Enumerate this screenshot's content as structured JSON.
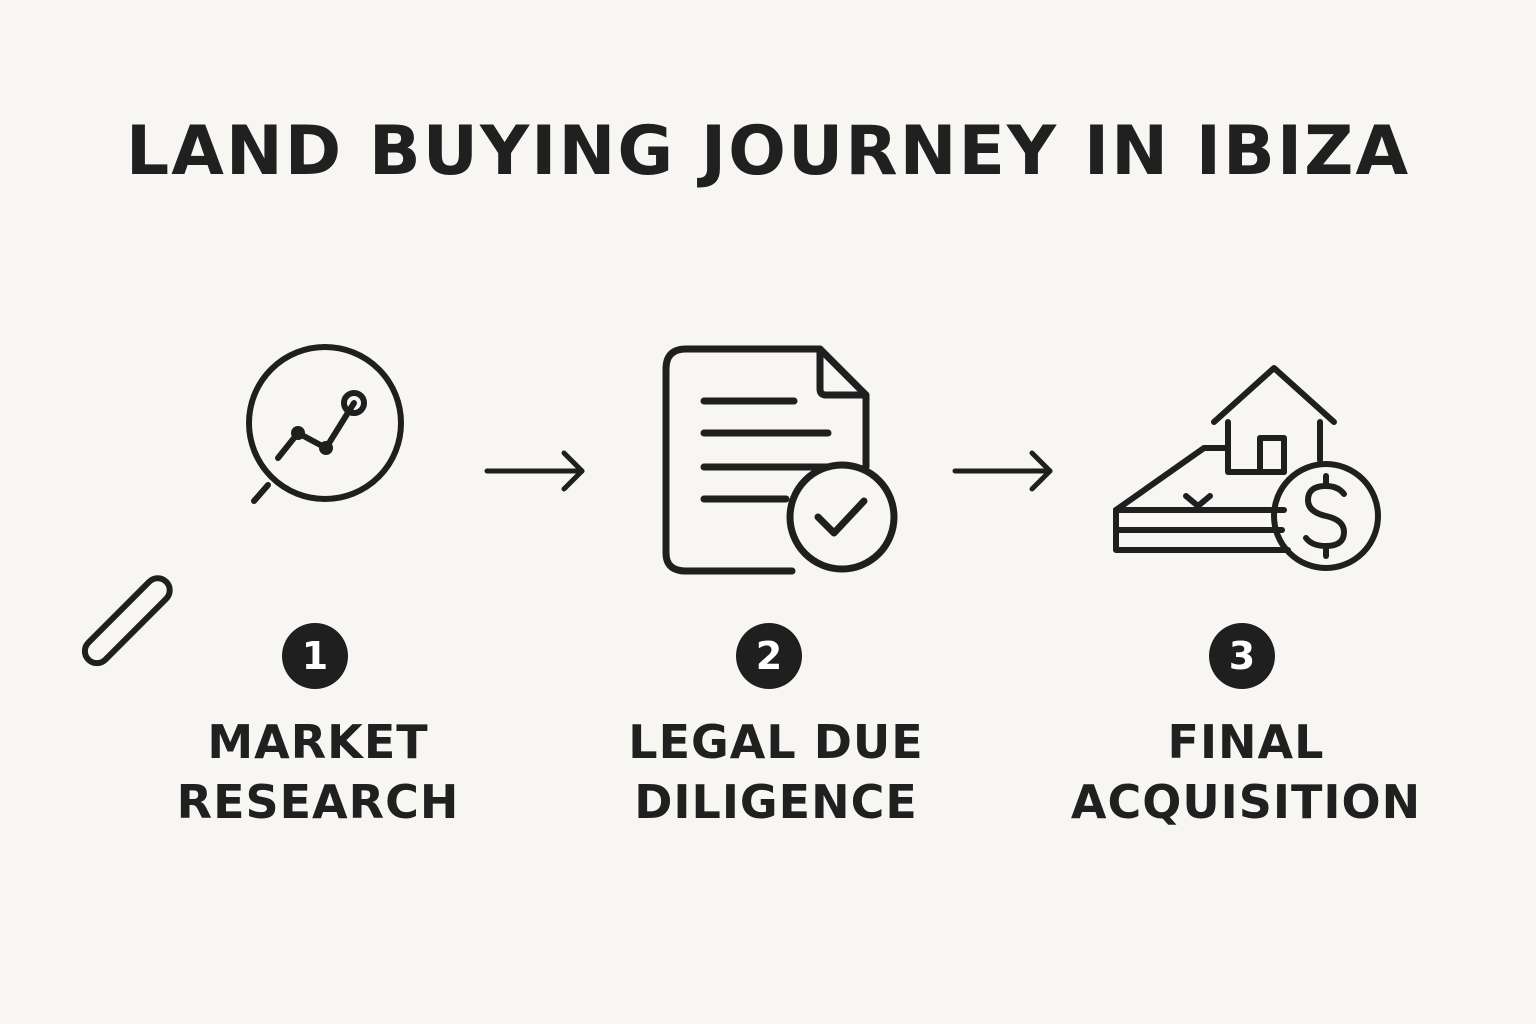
{
  "title": "LAND BUYING JOURNEY IN IBIZA",
  "colors": {
    "background": "#f8f6f2",
    "ink": "#1f1f1f",
    "badge_text": "#ffffff"
  },
  "steps": [
    {
      "number": "1",
      "label_line1": "MARKET",
      "label_line2": "RESEARCH",
      "icon": "magnifier-chart-icon"
    },
    {
      "number": "2",
      "label_line1": "LEGAL DUE",
      "label_line2": "DILIGENCE",
      "icon": "document-check-icon"
    },
    {
      "number": "3",
      "label_line1": "FINAL",
      "label_line2": "ACQUISITION",
      "icon": "land-house-dollar-icon"
    }
  ]
}
